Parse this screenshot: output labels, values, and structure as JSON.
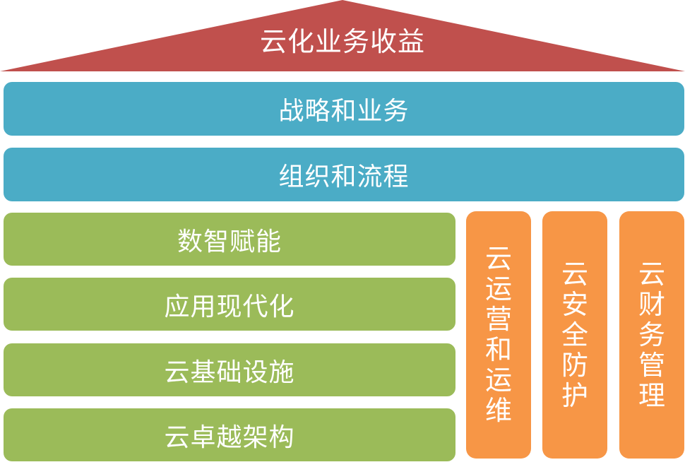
{
  "roof": {
    "label": "云化业务收益",
    "color": "#C0504D"
  },
  "layers": [
    {
      "label": "战略和业务",
      "color": "#4BACC6"
    },
    {
      "label": "组织和流程",
      "color": "#4BACC6"
    }
  ],
  "capabilities": [
    {
      "label": "数智赋能",
      "color": "#9BBB59"
    },
    {
      "label": "应用现代化",
      "color": "#9BBB59"
    },
    {
      "label": "云基础设施",
      "color": "#9BBB59"
    },
    {
      "label": "云卓越架构",
      "color": "#9BBB59"
    }
  ],
  "pillars": [
    {
      "label": "云运营和运维",
      "color": "#F79646"
    },
    {
      "label": "云安全防护",
      "color": "#F79646"
    },
    {
      "label": "云财务管理",
      "color": "#F79646"
    }
  ]
}
